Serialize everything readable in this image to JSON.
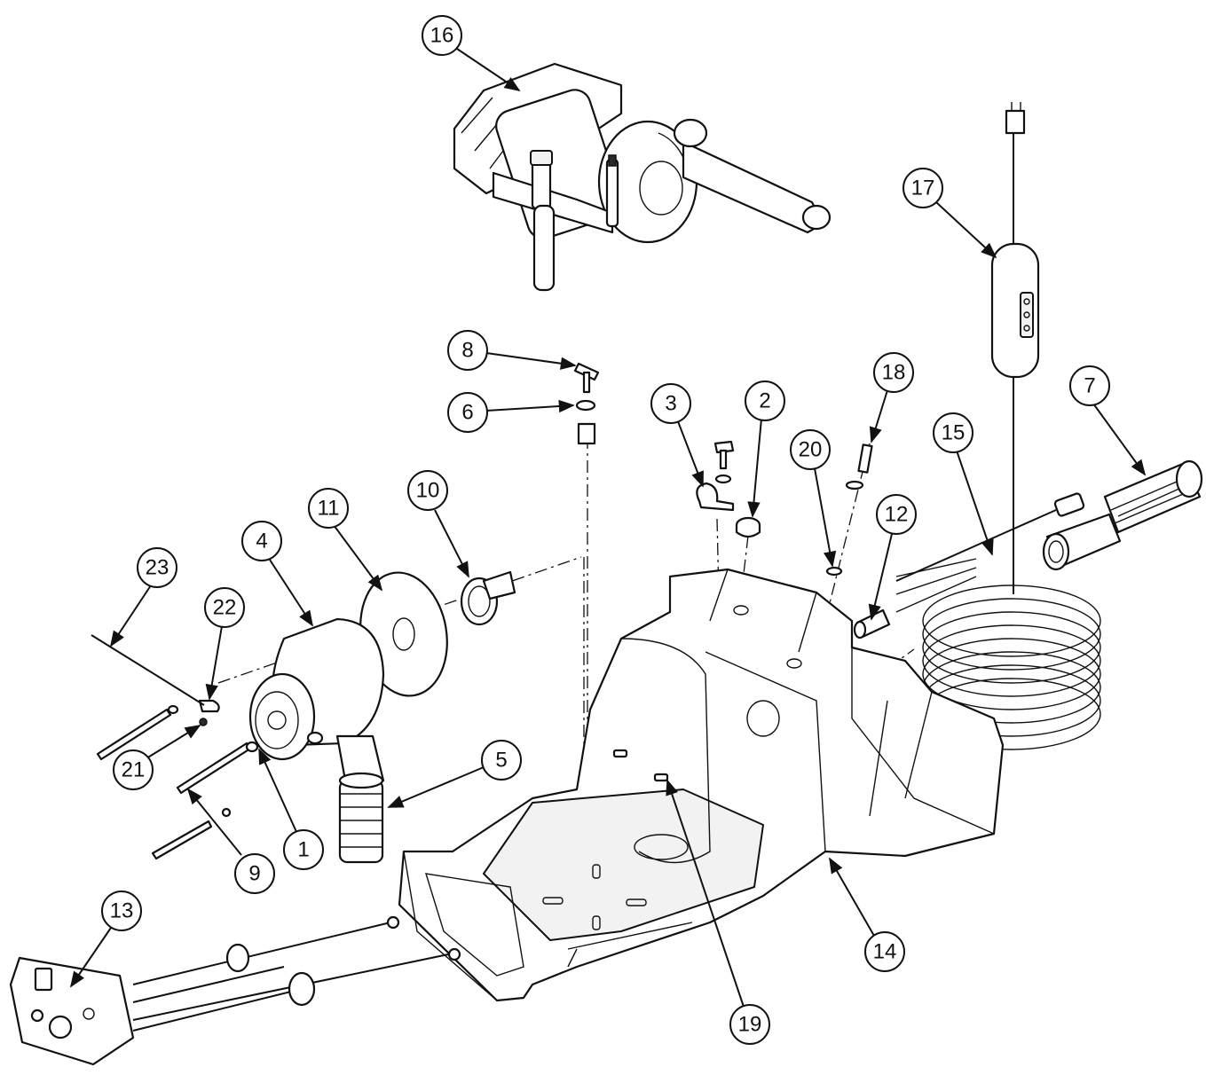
{
  "callouts": [
    {
      "label": "1"
    },
    {
      "label": "2"
    },
    {
      "label": "3"
    },
    {
      "label": "4"
    },
    {
      "label": "5"
    },
    {
      "label": "6"
    },
    {
      "label": "7"
    },
    {
      "label": "8"
    },
    {
      "label": "9"
    },
    {
      "label": "10"
    },
    {
      "label": "11"
    },
    {
      "label": "12"
    },
    {
      "label": "13"
    },
    {
      "label": "14"
    },
    {
      "label": "15"
    },
    {
      "label": "16"
    },
    {
      "label": "17"
    },
    {
      "label": "18"
    },
    {
      "label": "19"
    },
    {
      "label": "20"
    },
    {
      "label": "21"
    },
    {
      "label": "22"
    },
    {
      "label": "23"
    }
  ],
  "colors": {
    "line": "#111111",
    "background": "#ffffff"
  }
}
